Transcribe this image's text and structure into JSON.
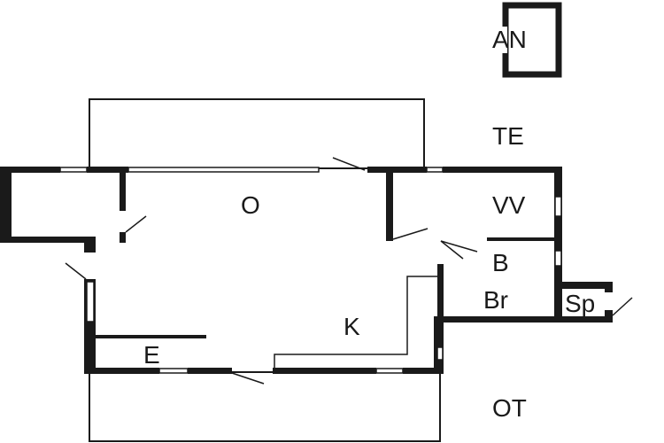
{
  "plan": {
    "rooms": {
      "an": "AN",
      "te": "TE",
      "o": "O",
      "vv": "VV",
      "b": "B",
      "br": "Br",
      "sp": "Sp",
      "k": "K",
      "e": "E",
      "ot": "OT"
    },
    "colors": {
      "wall": "#1a1a1a",
      "background": "#ffffff"
    }
  }
}
